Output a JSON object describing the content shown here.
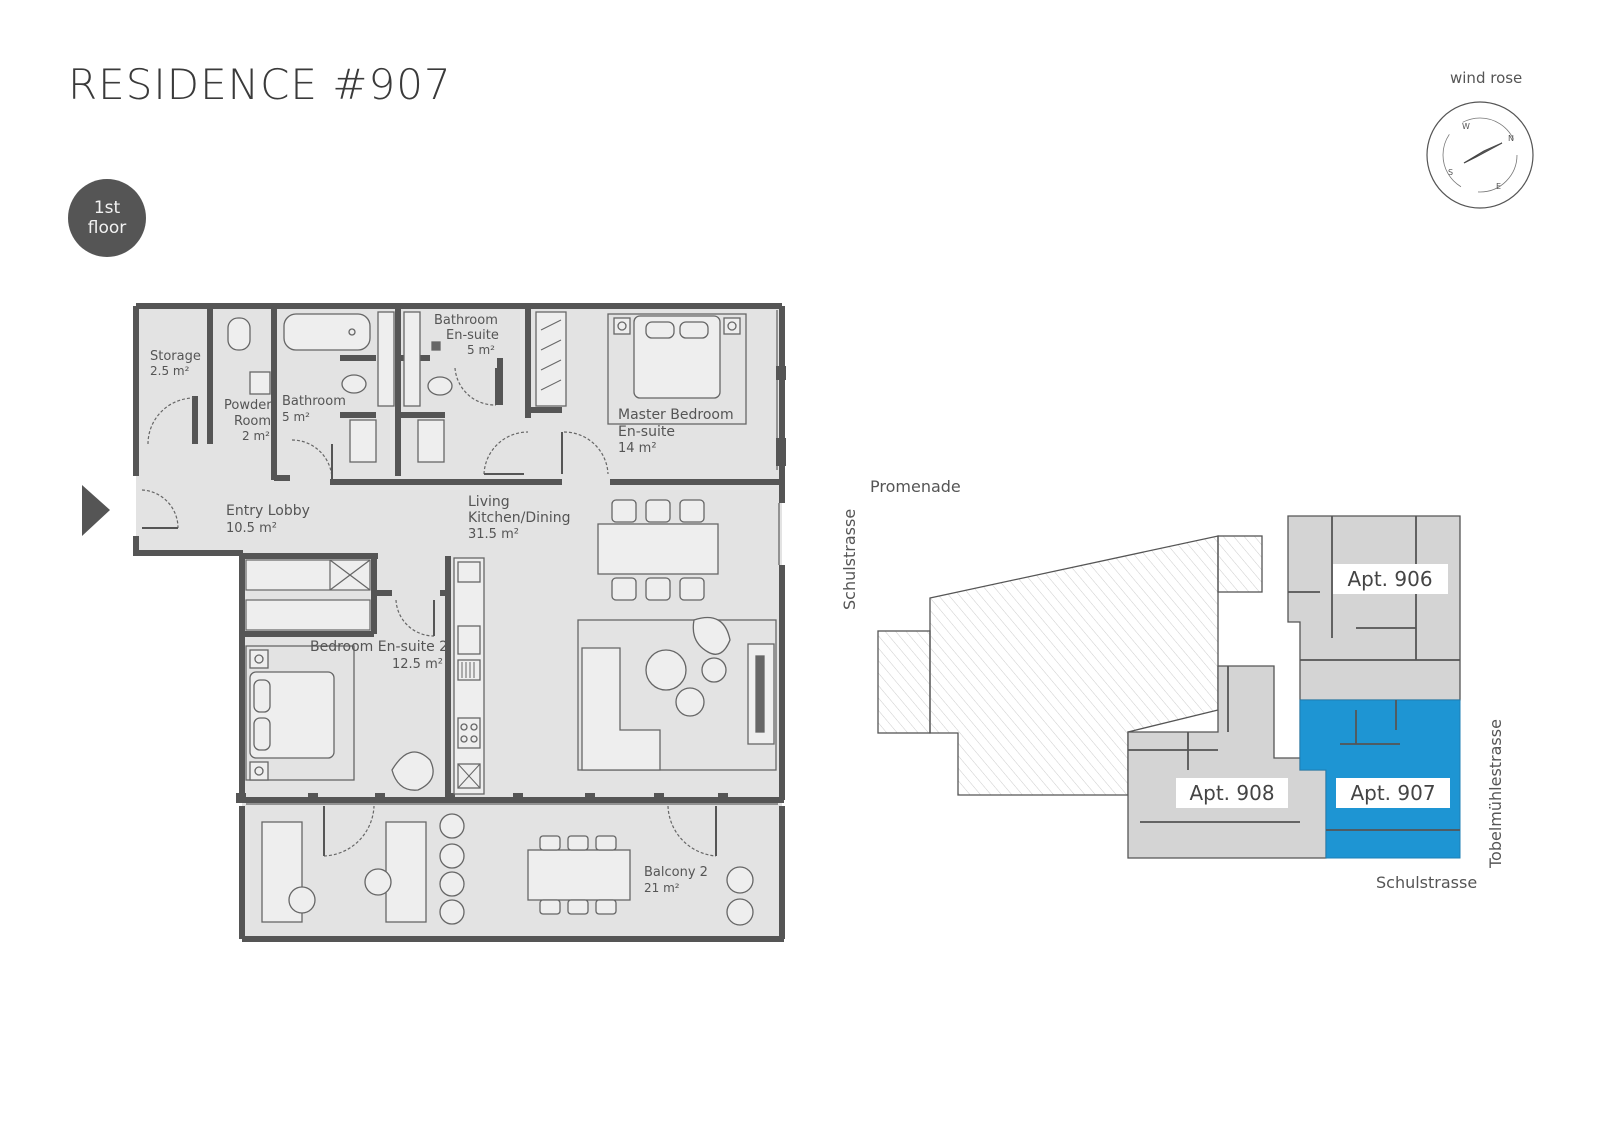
{
  "header": {
    "title": "RESIDENCE #907",
    "floor_line1": "1st",
    "floor_line2": "floor",
    "wind_rose_label": "wind rose",
    "compass_letters": [
      "W",
      "N",
      "S",
      "E"
    ]
  },
  "rooms": {
    "storage": {
      "name": "Storage",
      "area": "2.5 m²"
    },
    "powder": {
      "name1": "Powder",
      "name2": "Room",
      "area": "2 m²"
    },
    "bathroom": {
      "name": "Bathroom",
      "area": "5 m²"
    },
    "bath_ensuite": {
      "name1": "Bathroom",
      "name2": "En-suite",
      "area": "5 m²"
    },
    "master": {
      "name1": "Master Bedroom",
      "name2": "En-suite",
      "area": "14 m²"
    },
    "entry": {
      "name": "Entry Lobby",
      "area": "10.5 m²"
    },
    "living": {
      "name1": "Living",
      "name2": "Kitchen/Dining",
      "area": "31.5 m²"
    },
    "bedroom2": {
      "name": "Bedroom En-suite 2",
      "area": "12.5 m²"
    },
    "balcony2": {
      "name": "Balcony 2",
      "area": "21 m²"
    }
  },
  "site": {
    "streets": {
      "promenade": "Promenade",
      "schulstrasse_left": "Schulstrasse",
      "schulstrasse_bottom": "Schulstrasse",
      "tobelmuehle": "Tobelmühlestrasse"
    },
    "apartments": {
      "apt906": "Apt. 906",
      "apt907": "Apt. 907",
      "apt908": "Apt. 908"
    },
    "colors": {
      "highlight": "#1e95d3",
      "building": "#d4d4d4",
      "hatch": "#c8c8c8"
    }
  },
  "colors": {
    "wall": "#555555",
    "floor": "#e3e3e3",
    "line": "#666666",
    "badge": "#555555"
  }
}
